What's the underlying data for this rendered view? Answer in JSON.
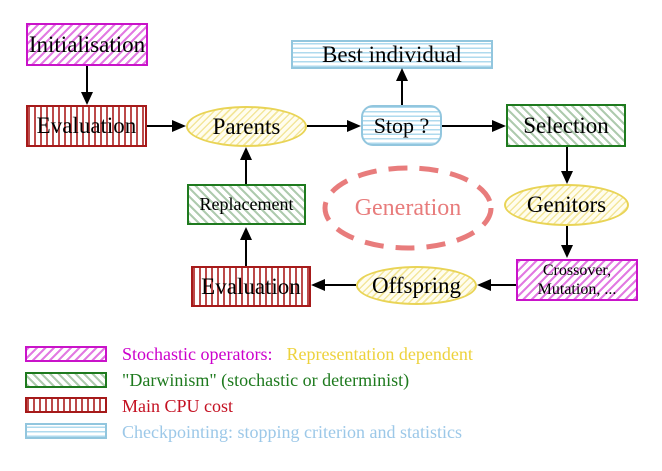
{
  "nodes": {
    "initialisation": {
      "label": "Initialisation"
    },
    "evaluation_top": {
      "label": "Evaluation"
    },
    "parents": {
      "label": "Parents"
    },
    "best_individual": {
      "label": "Best individual"
    },
    "stop": {
      "label": "Stop ?"
    },
    "selection": {
      "label": "Selection"
    },
    "genitors": {
      "label": "Genitors"
    },
    "crossover": {
      "line1": "Crossover,",
      "line2": "Mutation, ..."
    },
    "offspring": {
      "label": "Offspring"
    },
    "evaluation_bottom": {
      "label": "Evaluation"
    },
    "replacement": {
      "label": "Replacement"
    },
    "generation": {
      "label": "Generation"
    }
  },
  "legend": {
    "row1": {
      "label": "Stochastic operators:",
      "label2": "Representation dependent"
    },
    "row2": {
      "label": "\"Darwinism\" (stochastic or determinist)"
    },
    "row3": {
      "label": "Main CPU cost"
    },
    "row4": {
      "label": "Checkpointing: stopping criterion and statistics"
    }
  },
  "colors": {
    "magenta_border": "#C913C9",
    "magenta_hatch": "#E27BE2",
    "green_border": "#1E7A1E",
    "green_hatch": "#AFCBAF",
    "red_border": "#A61A1A",
    "red_stripe": "#BC4A4A",
    "cyan_border": "#92C6DE",
    "cyan_stripe": "#AFDAEE",
    "yellow_border": "#E9D456",
    "yellow_fill": "#FFFDEE",
    "salmon": "#E87C7C",
    "legend_magenta_text": "#CC00CC",
    "legend_gold_text": "#EDD23C",
    "legend_green_text": "#1E7A1E",
    "legend_red_text": "#C41122",
    "legend_blue_text": "#9CC8E8",
    "arrow_black": "#000000"
  }
}
